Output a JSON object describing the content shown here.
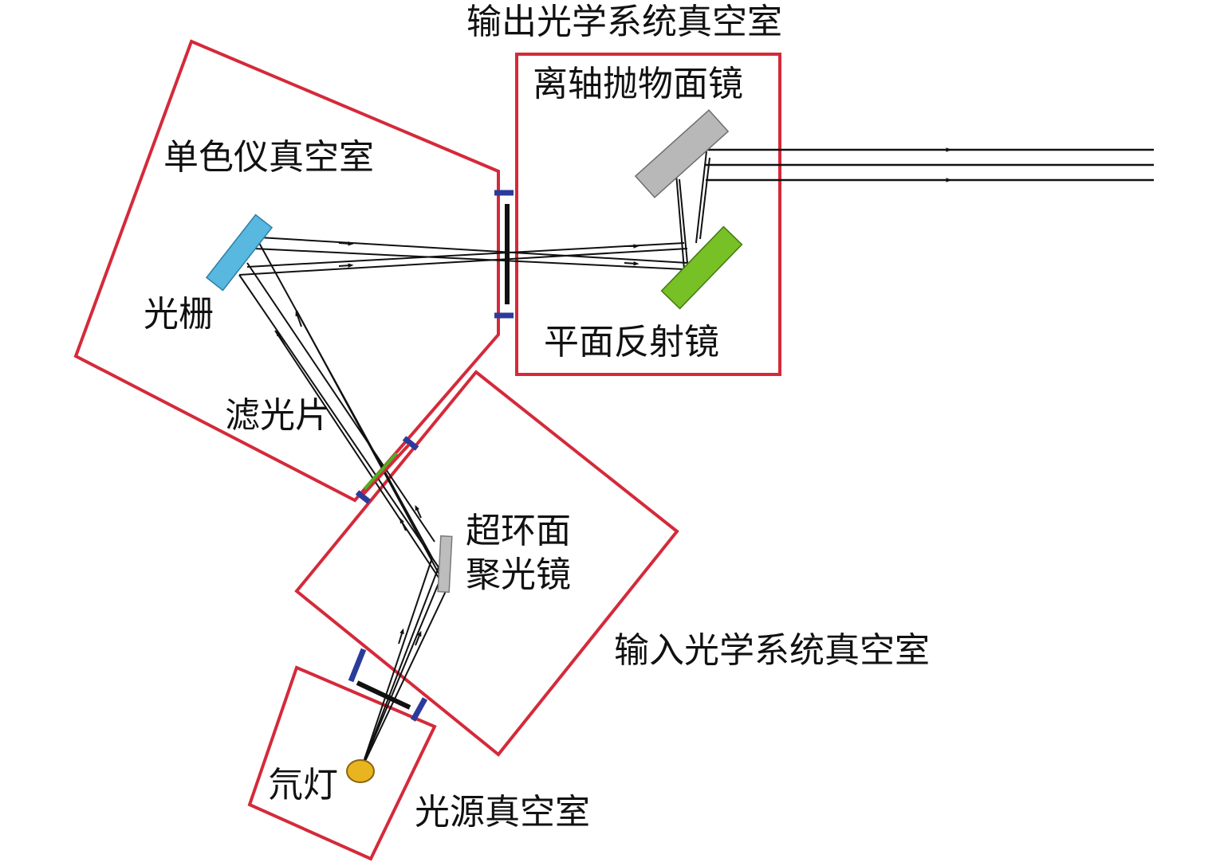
{
  "labels": {
    "output_chamber": "输出光学系统真空室",
    "off_axis_mirror": "离轴抛物面镜",
    "monochromator_chamber": "单色仪真空室",
    "grating": "光栅",
    "plane_mirror": "平面反射镜",
    "filter": "滤光片",
    "toroidal_line1": "超环面",
    "toroidal_line2": "聚光镜",
    "input_chamber": "输入光学系统真空室",
    "lamp": "氘灯",
    "source_chamber": "光源真空室"
  },
  "colors": {
    "chamber": "#d42a3a",
    "window": "#2b3b9b",
    "grating": "#58b8df",
    "plane_mirror": "#77c025",
    "off_axis_mirror": "#b8b8b8",
    "toroidal_mirror": "#bdbdbd",
    "filter": "#4caf20",
    "lamp": "#e8b420",
    "beam": "#111111"
  }
}
